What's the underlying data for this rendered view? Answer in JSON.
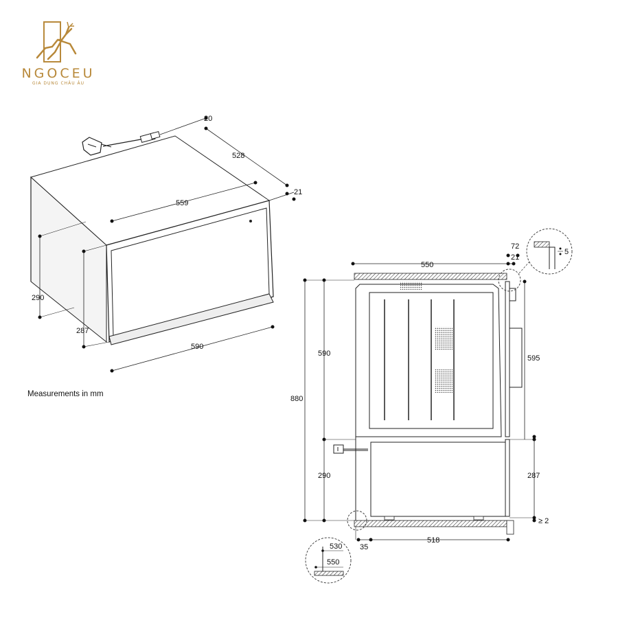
{
  "brand": {
    "name": "NGOCEU",
    "tagline": "GIA DỤNG CHÂU ÂU",
    "color": "#b8893a"
  },
  "note": "Measurements in mm",
  "iso_view": {
    "depth_top": "528",
    "back_offset": "20",
    "front_offset": "21",
    "inner_width": "559",
    "outer_width": "590",
    "body_height": "290",
    "front_height": "287"
  },
  "side_view": {
    "top_width": "550",
    "panel_offset": "72",
    "front_thickness": "21",
    "detail_gap": "5",
    "oven_height": "590",
    "niche_height": "880",
    "front_height": "595",
    "drawer_niche": "290",
    "drawer_front": "287",
    "bottom_gap": "≥ 2",
    "depth_bottom": "518",
    "recess": "35",
    "detail_a": "530",
    "detail_b": "550"
  }
}
